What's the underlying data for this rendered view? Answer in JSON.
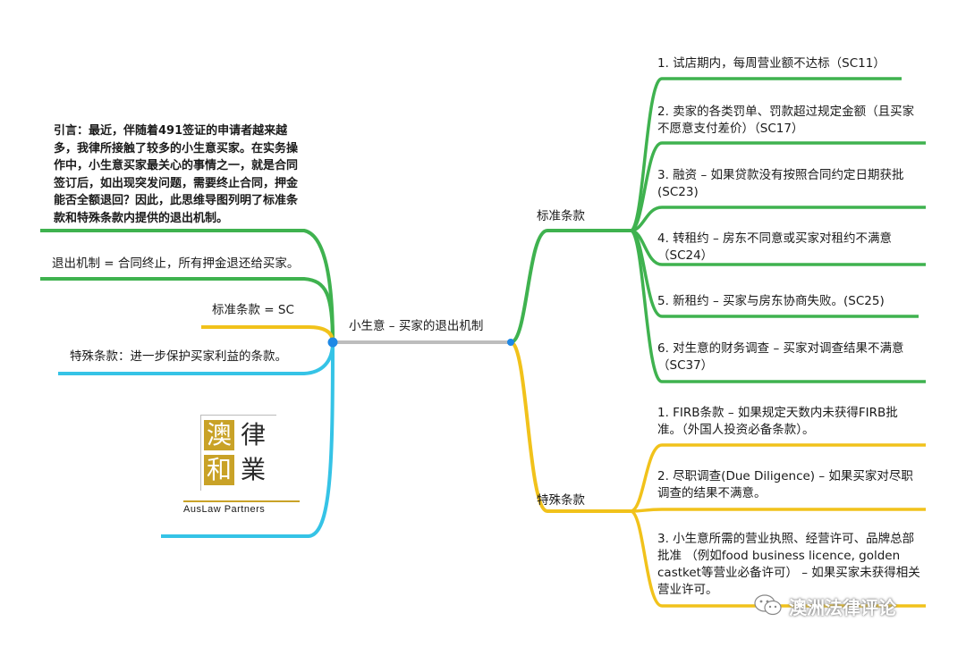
{
  "root": {
    "label": "小生意 – 买家的退出机制"
  },
  "left": {
    "intro": "引言：最近，伴随着491签证的申请者越来越多，我律所接触了较多的小生意买家。在实务操作中，小生意买家最关心的事情之一，就是合同签订后，如出现突发问题，需要终止合同，押金能否全额退回？因此，此思维导图列明了标准条款和特殊条款内提供的退出机制。",
    "exit": "退出机制 = 合同终止，所有押金退还给买家。",
    "standard_eq": "标准条款 = SC",
    "special_def": "特殊条款：进一步保护买家利益的条款。"
  },
  "branches": {
    "standard": {
      "label": "标准条款",
      "items": [
        "1. 试店期内，每周营业额不达标（SC11）",
        "2. 卖家的各类罚单、罚款超过规定金额（且买家不愿意支付差价）（SC17）",
        "3. 融资 – 如果贷款没有按照合同约定日期获批 (SC23)",
        "4. 转租约 – 房东不同意或买家对租约不满意（SC24）",
        "5. 新租约 – 买家与房东协商失败。(SC25)",
        "6. 对生意的财务调查 – 买家对调查结果不满意（SC37）"
      ]
    },
    "special": {
      "label": "特殊条款",
      "items": [
        "1. FIRB条款 – 如果规定天数内未获得FIRB批准。（外国人投资必备条款）。",
        "2. 尽职调查(Due Diligence) – 如果买家对尽职调查的结果不满意。",
        "3. 小生意所需的营业执照、经营许可、品牌总部批准 （例如food business licence, golden castket等营业必备许可） – 如果买家未获得相关营业许可。"
      ]
    }
  },
  "logo": {
    "chars": [
      "澳",
      "律",
      "和",
      "業"
    ],
    "text": "AusLaw Partners"
  },
  "watermark": {
    "icon": "wechat-icon",
    "text": "澳洲法律评论"
  },
  "colors": {
    "green": "#3fb24f",
    "yellow": "#f1c21b",
    "blue": "#1e88e5",
    "cyan": "#35c3e6",
    "gray": "#bdbdbd"
  }
}
